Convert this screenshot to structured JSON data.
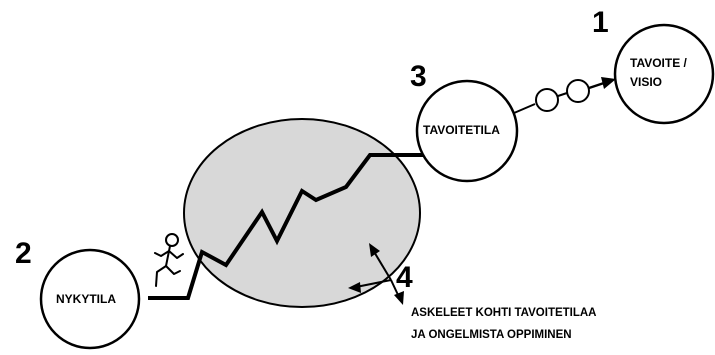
{
  "numbers": {
    "vision": "1",
    "current": "2",
    "target": "3",
    "steps": "4"
  },
  "labels": {
    "vision_line1": "TAVOITE /",
    "vision_line2": "VISIO",
    "target": "TAVOITETILA",
    "current": "NYKYTILA"
  },
  "caption": {
    "line1": "ASKELEET KOHTI TAVOITETILAA",
    "line2": "JA ONGELMISTA OPPIMINEN"
  },
  "colors": {
    "ink": "#000000",
    "ellipse_fill": "#d8d8d8",
    "circle_fill": "#ffffff"
  },
  "icons": {
    "person": "climbing-person-icon",
    "arrows": "direction-arrows-icon"
  }
}
